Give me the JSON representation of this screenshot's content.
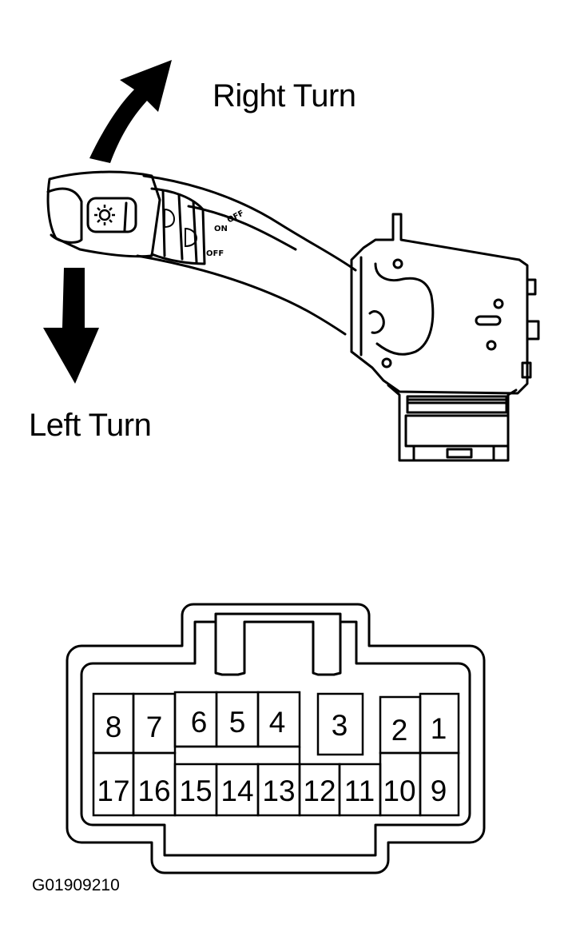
{
  "labels": {
    "right_turn": "Right Turn",
    "left_turn": "Left Turn",
    "figure_id": "G01909210"
  },
  "switch_markings": {
    "off": "OFF",
    "on": "ON",
    "off_top": "OFF"
  },
  "connector": {
    "top_row_pins": [
      "8",
      "7",
      "6",
      "5",
      "4",
      "3",
      "2",
      "1"
    ],
    "bottom_row_pins": [
      "17",
      "16",
      "15",
      "14",
      "13",
      "12",
      "11",
      "10",
      "9"
    ]
  },
  "colors": {
    "line": "#000000",
    "background": "#ffffff"
  }
}
